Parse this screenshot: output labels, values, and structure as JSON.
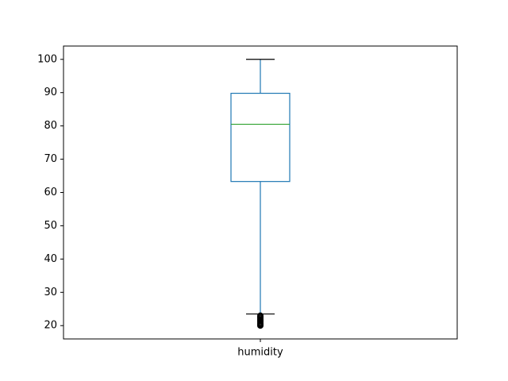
{
  "chart_data": {
    "type": "box",
    "title": "",
    "xlabel": "",
    "ylabel": "",
    "categories": [
      "humidity"
    ],
    "ylim": [
      16,
      104
    ],
    "yticks": [
      20,
      30,
      40,
      50,
      60,
      70,
      80,
      90,
      100
    ],
    "grid": false,
    "boxes": [
      {
        "category": "humidity",
        "whisker_low": 23.5,
        "q1": 63.3,
        "median": 80.5,
        "q3": 89.8,
        "whisker_high": 100,
        "outliers": [
          20.0,
          20.3,
          20.6,
          21.0,
          21.4,
          21.8,
          22.2,
          22.6,
          23.0
        ]
      }
    ],
    "colors": {
      "box": "#1f77b4",
      "whisker": "#1f77b4",
      "cap": "#000000",
      "median": "#2ca02c",
      "outlier": "#000000",
      "axes": "#000000"
    }
  }
}
